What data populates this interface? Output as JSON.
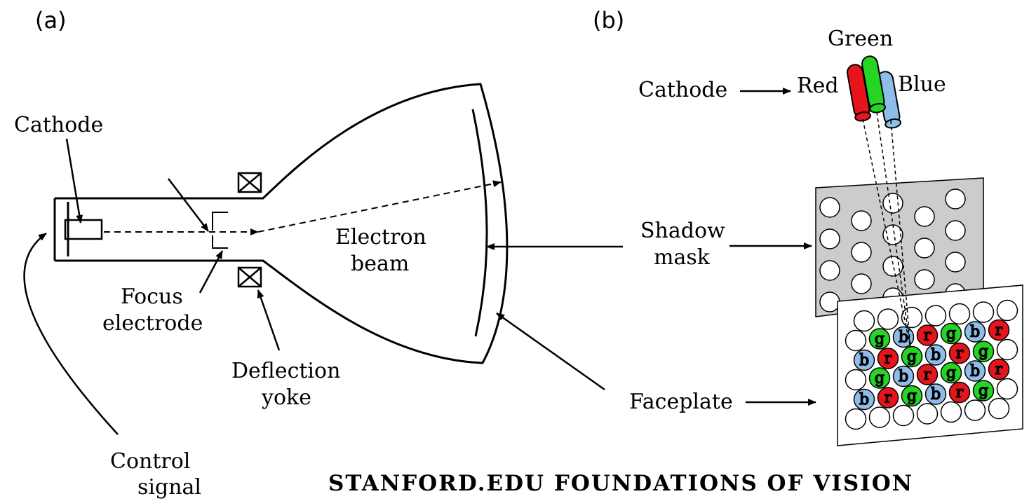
{
  "panels": {
    "a": "(a)",
    "b": "(b)"
  },
  "panel_a": {
    "cathode": "Cathode",
    "control_signal": [
      "Control",
      "signal"
    ],
    "focus_electrode": [
      "Focus",
      "electrode"
    ],
    "deflection_yoke": [
      "Deflection",
      "yoke"
    ],
    "electron_beam": [
      "Electron",
      "beam"
    ]
  },
  "panel_b": {
    "green": "Green",
    "cathode": "Cathode",
    "red": "Red",
    "blue": "Blue",
    "shadow_mask": [
      "Shadow",
      "mask"
    ],
    "faceplate": "Faceplate",
    "phosphor_letters": {
      "r": "r",
      "g": "g",
      "b": "b"
    }
  },
  "colors": {
    "red": "#e8141b",
    "green": "#25d425",
    "blue": "#8dbde8",
    "mask": "#cccccc"
  },
  "credit": "STANFORD.EDU FOUNDATIONS OF VISION"
}
